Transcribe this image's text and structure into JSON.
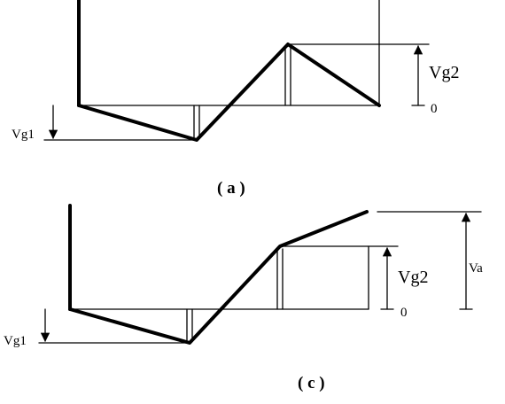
{
  "panel_a": {
    "caption": "( a )",
    "label_vg1": "Vg1",
    "label_vg2": "Vg2",
    "label_zero": "0"
  },
  "panel_c": {
    "caption": "( c )",
    "label_vg1": "Vg1",
    "label_vg2": "Vg2",
    "label_zero": "0",
    "label_va": "Va"
  }
}
